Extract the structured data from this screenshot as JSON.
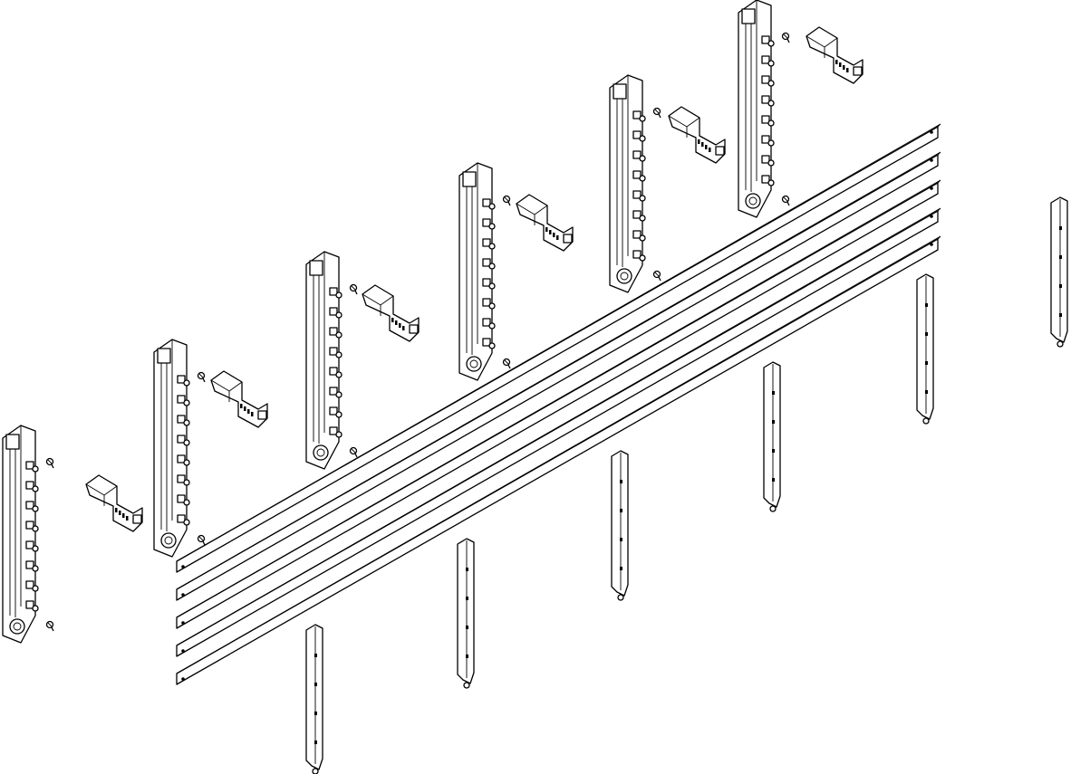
{
  "diagram": {
    "type": "exploded-assembly",
    "line_color": "#000000",
    "background": "#ffffff",
    "busbar_count": 5,
    "carrier_count": 6,
    "connector_count": 6,
    "support_rail_count": 6
  }
}
